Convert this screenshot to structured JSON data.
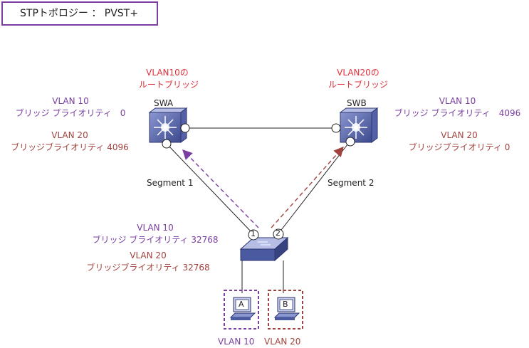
{
  "title": "STPトポロジー ： PVST+",
  "swa": {
    "name": "SWA",
    "root_label_line1": "VLAN10の",
    "root_label_line2": "ルートブリッジ",
    "vlan10_label": "VLAN 10",
    "vlan10_priority": "ブリッジ ブライオリティ　0",
    "vlan20_label": "VLAN 20",
    "vlan20_priority": "ブリッジブライオリティ 4096"
  },
  "swb": {
    "name": "SWB",
    "root_label_line1": "VLAN20の",
    "root_label_line2": "ルートブリッジ",
    "vlan10_label": "VLAN 10",
    "vlan10_priority": "ブリッジ ブライオリティ　4096",
    "vlan20_label": "VLAN 20",
    "vlan20_priority": "ブリッジブライオリティ 0"
  },
  "access_switch": {
    "vlan10_label": "VLAN 10",
    "vlan10_priority": "ブリッジ ブライオリティ 32768",
    "vlan20_label": "VLAN 20",
    "vlan20_priority": "ブリッジブライオリティ 32768",
    "port1": "1",
    "port2": "2"
  },
  "segments": {
    "segment1": "Segment 1",
    "segment2": "Segment 2"
  },
  "hosts": [
    {
      "letter": "A",
      "vlan": "VLAN 10"
    },
    {
      "letter": "B",
      "vlan": "VLAN 20"
    }
  ],
  "colors": {
    "purple": "#7a3fa0",
    "brown": "#a0433e",
    "red": "#e0303a",
    "switch_blue": "#4a5aa0"
  }
}
